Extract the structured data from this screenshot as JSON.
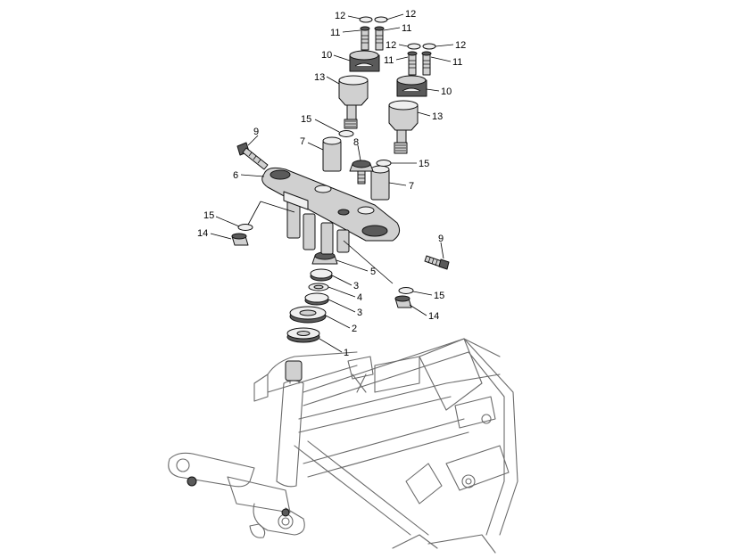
{
  "callouts": [
    {
      "id": "c12a",
      "label": "12"
    },
    {
      "id": "c12b",
      "label": "12"
    },
    {
      "id": "c11a",
      "label": "11"
    },
    {
      "id": "c11b",
      "label": "11"
    },
    {
      "id": "c12c",
      "label": "12"
    },
    {
      "id": "c12d",
      "label": "12"
    },
    {
      "id": "c11c",
      "label": "11"
    },
    {
      "id": "c11d",
      "label": "11"
    },
    {
      "id": "c10a",
      "label": "10"
    },
    {
      "id": "c10b",
      "label": "10"
    },
    {
      "id": "c13a",
      "label": "13"
    },
    {
      "id": "c13b",
      "label": "13"
    },
    {
      "id": "c15a",
      "label": "15"
    },
    {
      "id": "c15b",
      "label": "15"
    },
    {
      "id": "c15c",
      "label": "15"
    },
    {
      "id": "c15d",
      "label": "15"
    },
    {
      "id": "c9a",
      "label": "9"
    },
    {
      "id": "c9b",
      "label": "9"
    },
    {
      "id": "c7a",
      "label": "7"
    },
    {
      "id": "c7b",
      "label": "7"
    },
    {
      "id": "c8",
      "label": "8"
    },
    {
      "id": "c6",
      "label": "6"
    },
    {
      "id": "c14a",
      "label": "14"
    },
    {
      "id": "c14b",
      "label": "14"
    },
    {
      "id": "c5",
      "label": "5"
    },
    {
      "id": "c3a",
      "label": "3"
    },
    {
      "id": "c4",
      "label": "4"
    },
    {
      "id": "c3b",
      "label": "3"
    },
    {
      "id": "c2",
      "label": "2"
    },
    {
      "id": "c1",
      "label": "1"
    }
  ]
}
